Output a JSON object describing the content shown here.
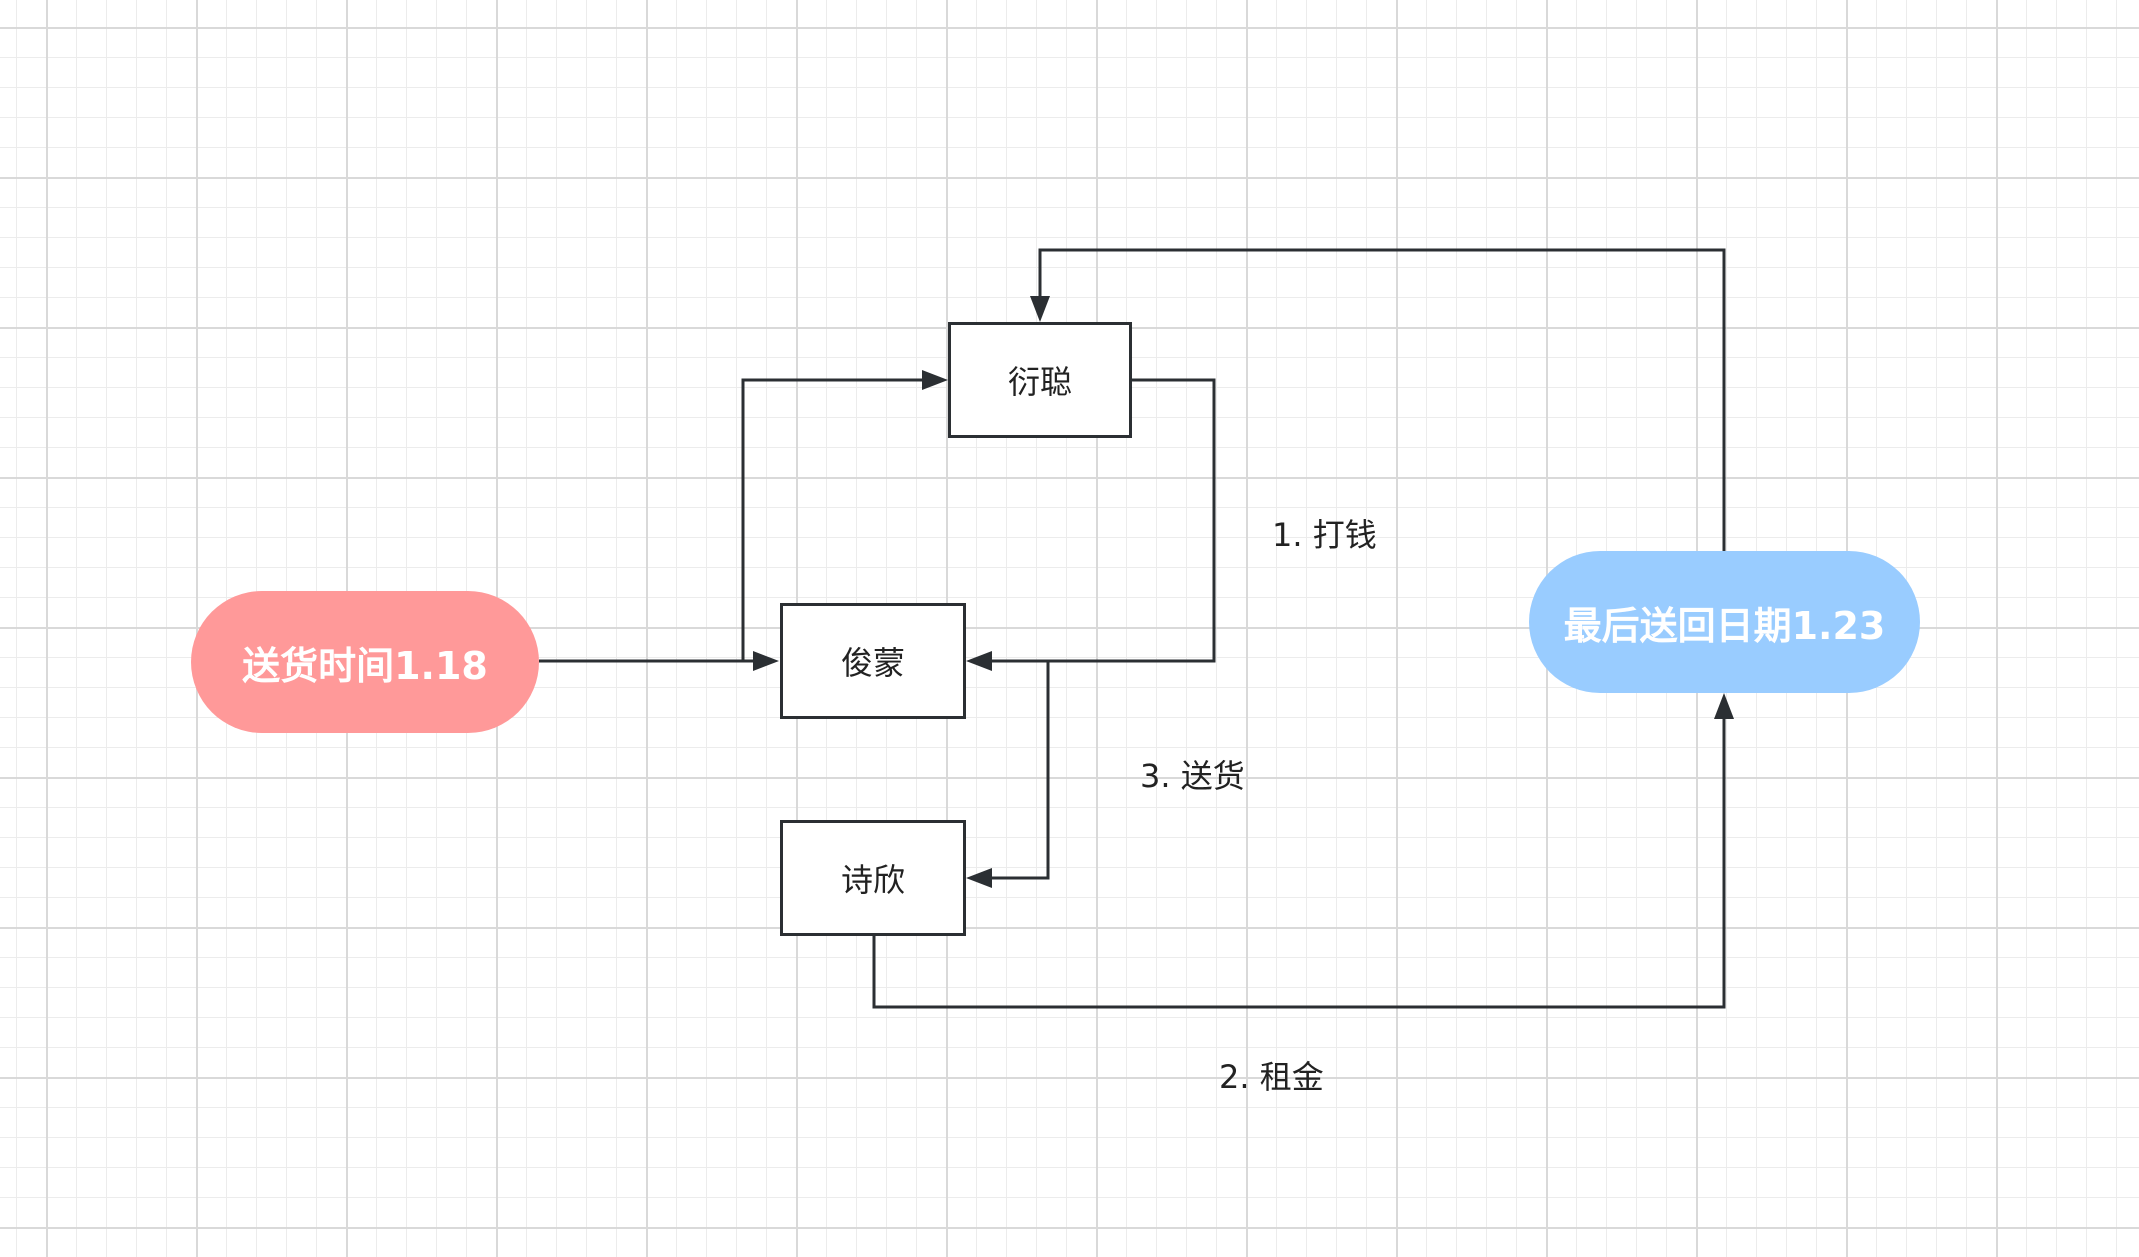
{
  "nodes": {
    "start": {
      "label": "送货时间1.18",
      "color": "#ff9999"
    },
    "end": {
      "label": "最后送回日期1.23",
      "color": "#99ccff"
    },
    "yancong": {
      "label": "衍聪"
    },
    "junmeng": {
      "label": "俊蒙"
    },
    "shixin": {
      "label": "诗欣"
    }
  },
  "edge_labels": {
    "pay": "1. 打钱",
    "rent": "2. 租金",
    "deliver": "3. 送货"
  },
  "colors": {
    "stroke": "#2b2f33",
    "grid_minor": "#ececec",
    "grid_major": "#d9d9d9"
  }
}
